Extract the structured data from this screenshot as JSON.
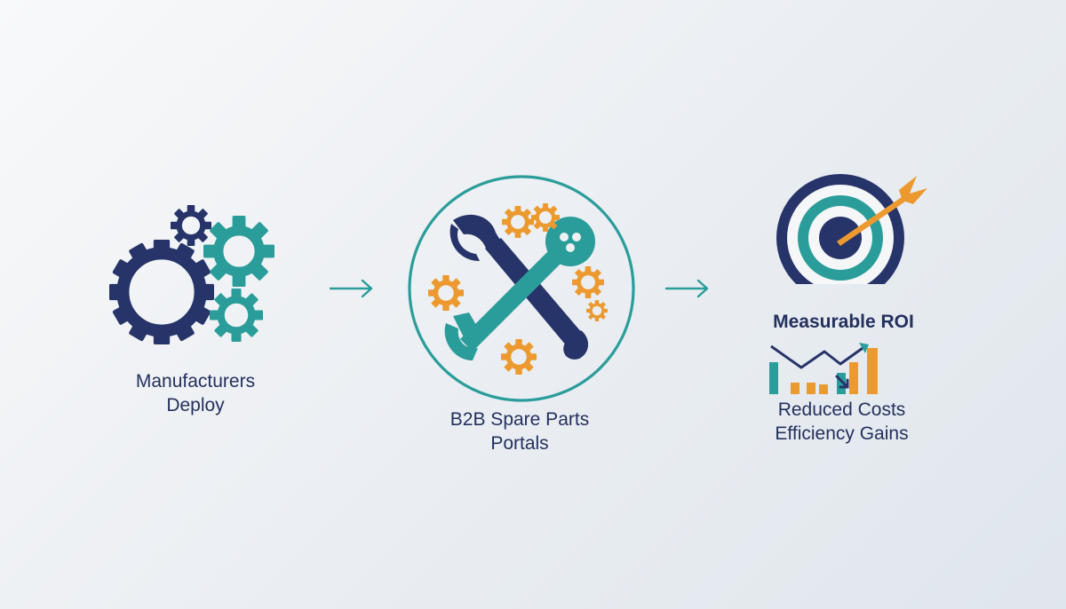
{
  "colors": {
    "navy": "#273469",
    "teal": "#2a9d9a",
    "orange": "#ec9a2f",
    "background": "#eef1f4"
  },
  "steps": [
    {
      "line1": "Manufacturers",
      "line2": "Deploy",
      "icon": "gears-icon"
    },
    {
      "line1": "B2B Spare Parts",
      "line2": "Portals",
      "icon": "wrench-icon"
    },
    {
      "title": "Measurable ROI",
      "line1": "Reduced Costs",
      "line2": "Efficiency Gains",
      "icon": "target-icon"
    }
  ],
  "connectors": [
    "arrow-right-icon",
    "arrow-right-icon"
  ]
}
